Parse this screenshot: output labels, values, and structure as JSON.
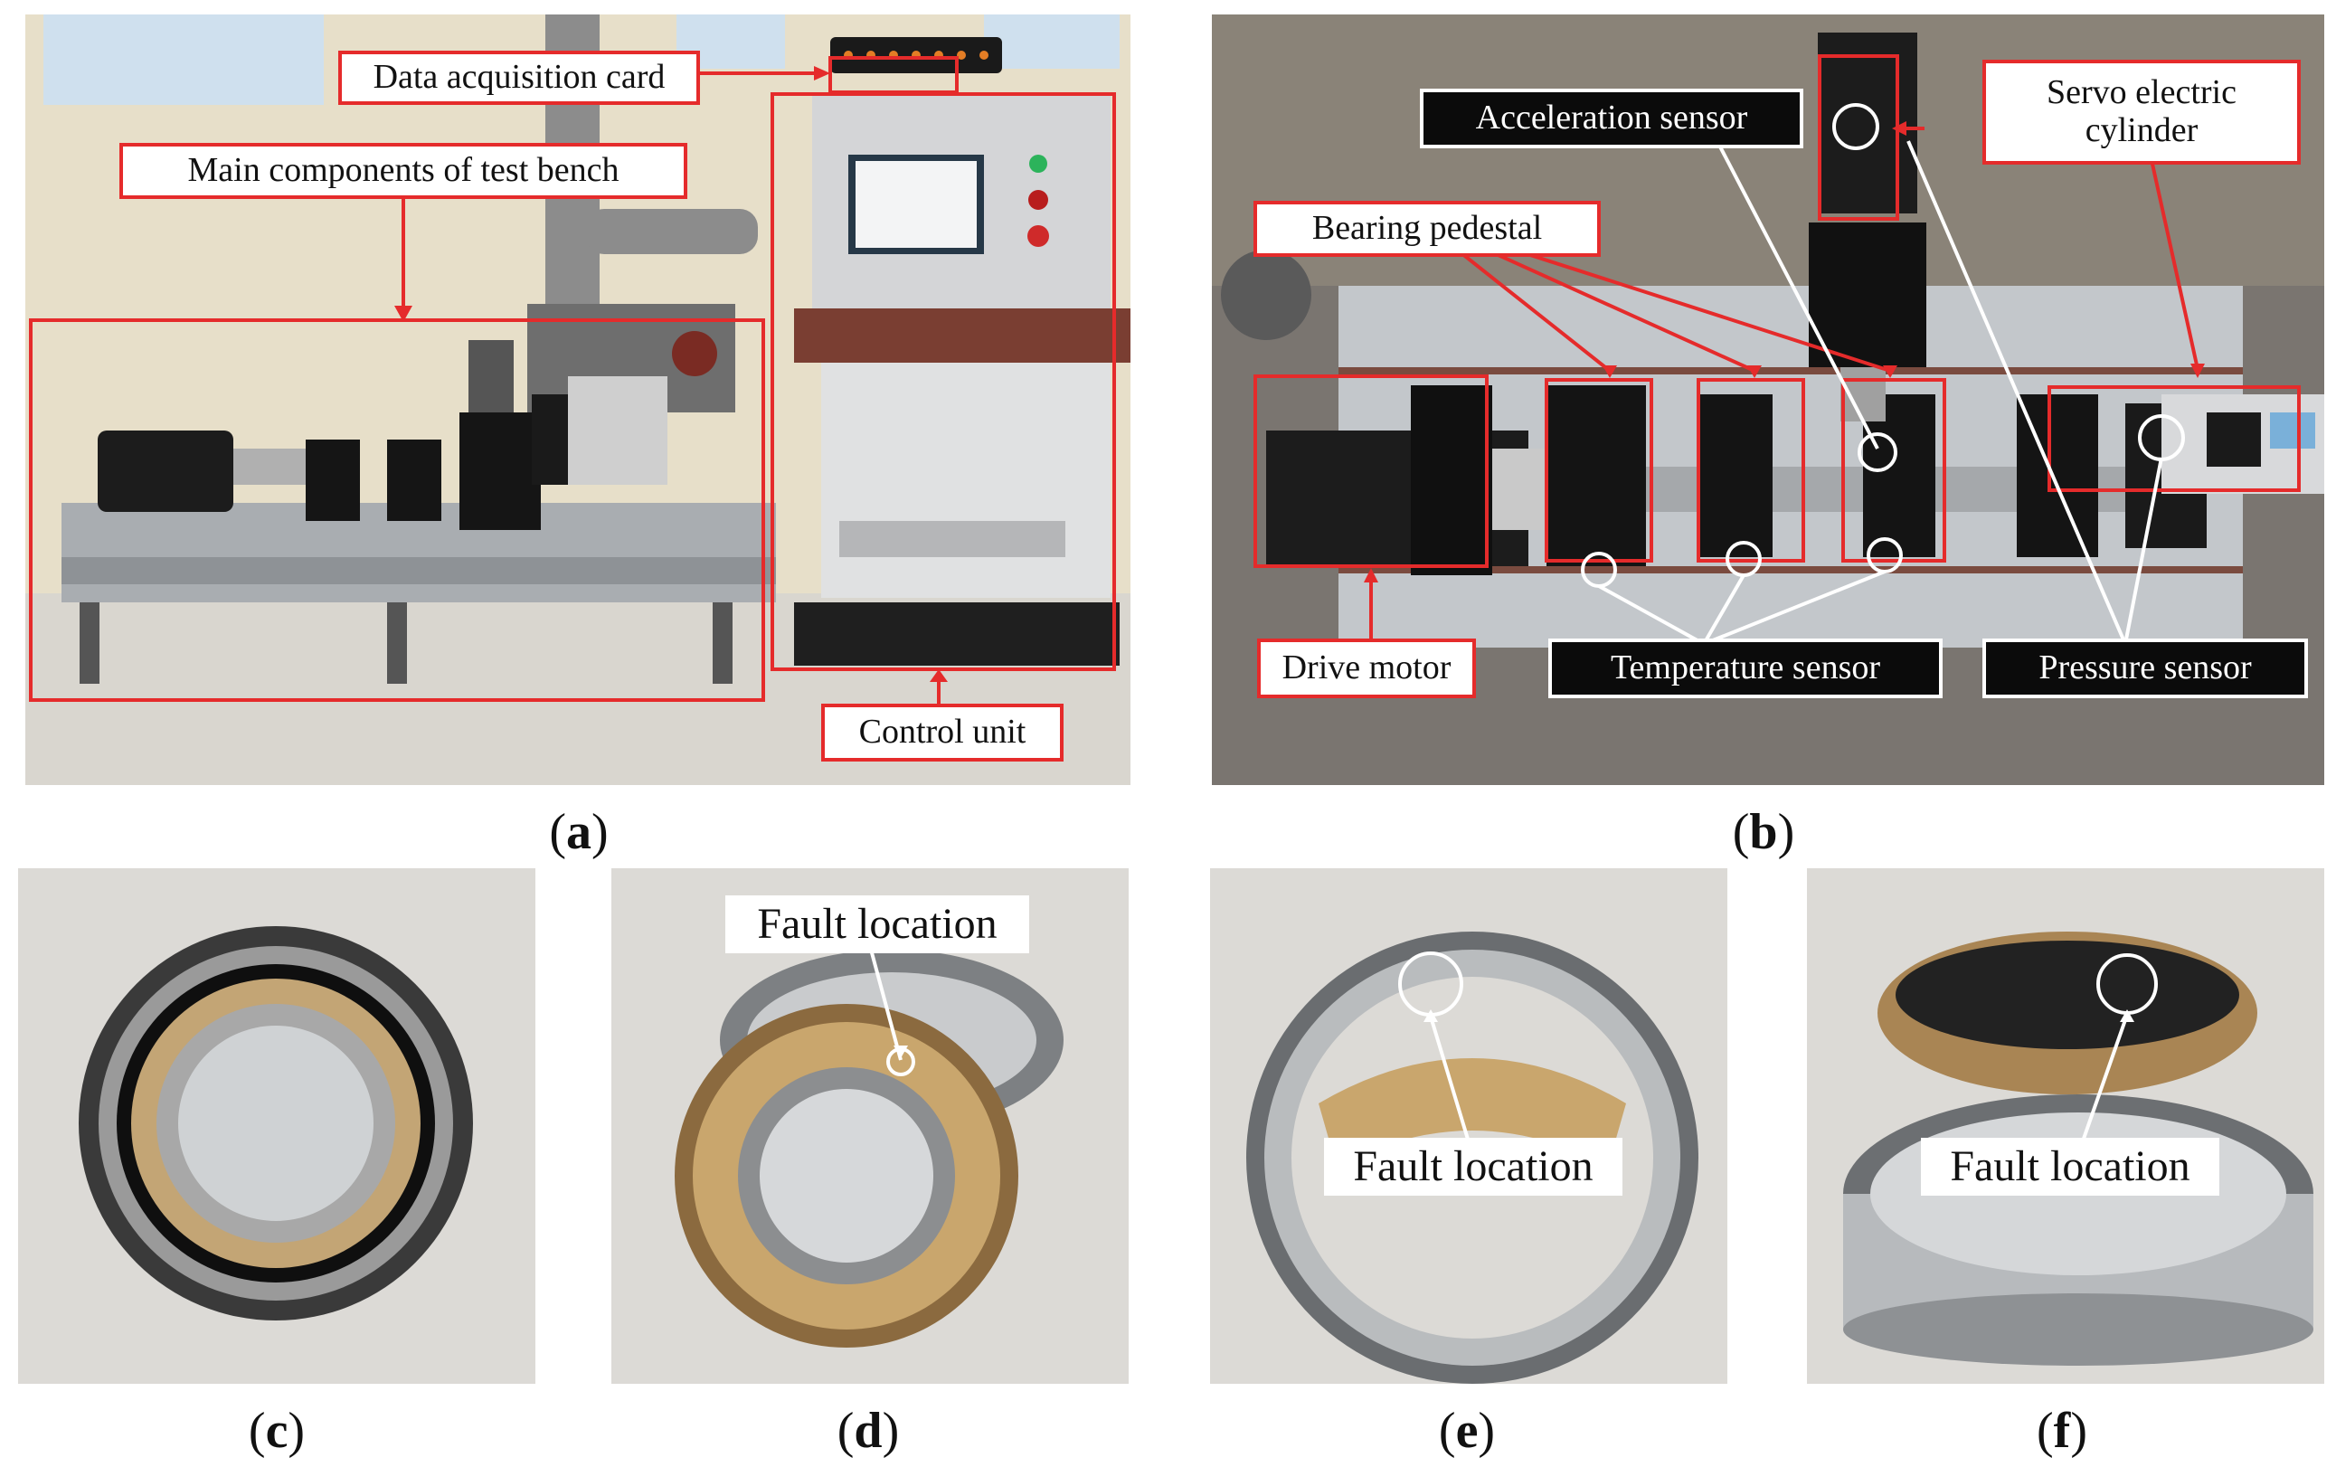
{
  "panels": {
    "a": {
      "caption_letter": "a",
      "labels": {
        "daq": "Data acquisition card",
        "main": "Main components of test bench",
        "control": "Control unit"
      }
    },
    "b": {
      "caption_letter": "b",
      "labels": {
        "accel": "Acceleration sensor",
        "servo": "Servo electric\ncylinder",
        "pedestal": "Bearing pedestal",
        "motor": "Drive motor",
        "temp": "Temperature sensor",
        "pressure": "Pressure sensor"
      }
    },
    "c": {
      "caption_letter": "c"
    },
    "d": {
      "caption_letter": "d",
      "labels": {
        "fault": "Fault location"
      }
    },
    "e": {
      "caption_letter": "e",
      "labels": {
        "fault": "Fault location"
      }
    },
    "f": {
      "caption_letter": "f",
      "labels": {
        "fault": "Fault location"
      }
    }
  },
  "colors": {
    "annotation_red": "#e52b2b",
    "label_dark": "#0b0b0b",
    "ring_white": "#ffffff"
  }
}
